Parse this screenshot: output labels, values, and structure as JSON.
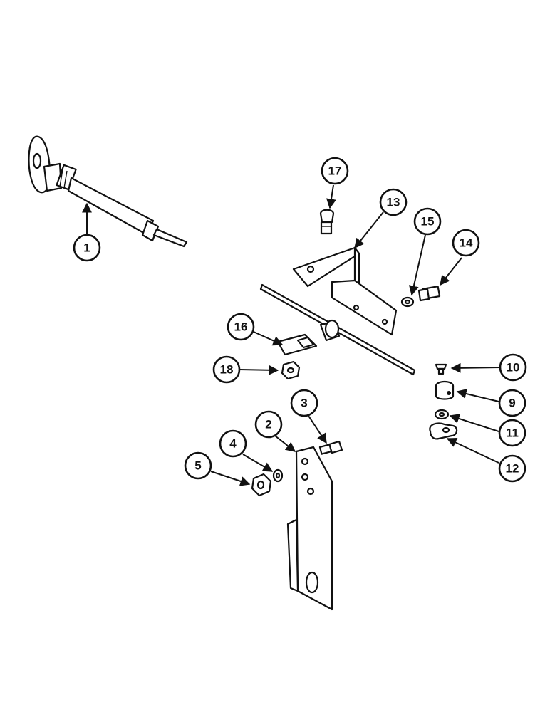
{
  "callouts": [
    {
      "id": "c1",
      "label": "1"
    },
    {
      "id": "c2",
      "label": "2"
    },
    {
      "id": "c3",
      "label": "3"
    },
    {
      "id": "c4",
      "label": "4"
    },
    {
      "id": "c5",
      "label": "5"
    },
    {
      "id": "c9",
      "label": "9"
    },
    {
      "id": "c10",
      "label": "10"
    },
    {
      "id": "c11",
      "label": "11"
    },
    {
      "id": "c12",
      "label": "12"
    },
    {
      "id": "c13",
      "label": "13"
    },
    {
      "id": "c14",
      "label": "14"
    },
    {
      "id": "c15",
      "label": "15"
    },
    {
      "id": "c16",
      "label": "16"
    },
    {
      "id": "c17",
      "label": "17"
    },
    {
      "id": "c18",
      "label": "18"
    }
  ]
}
